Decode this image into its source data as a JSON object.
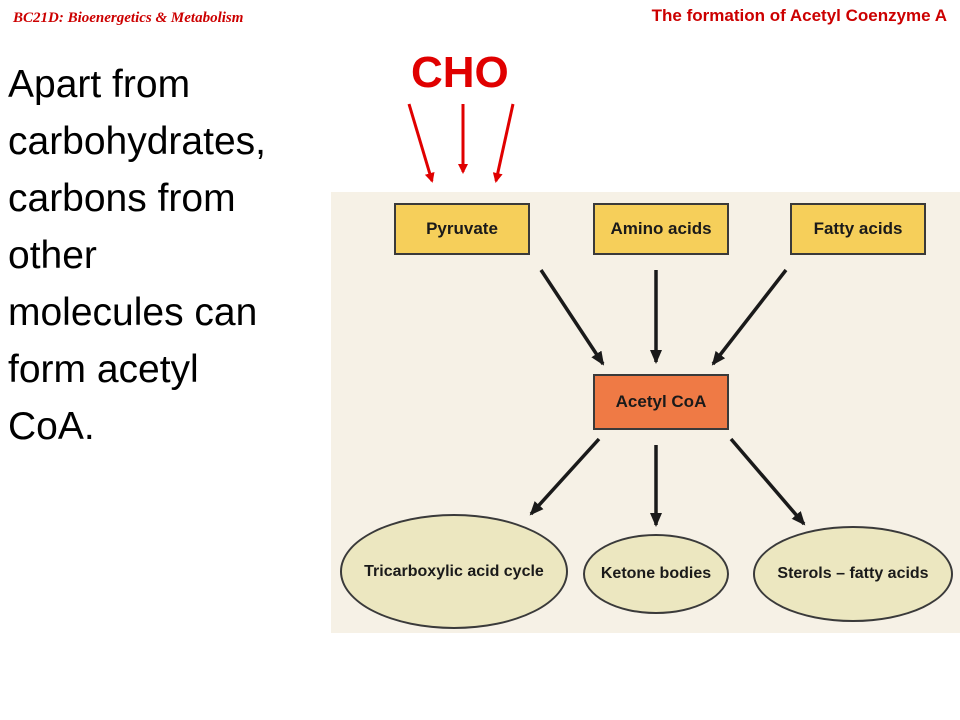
{
  "header": {
    "course": "BC21D: Bioenergetics & Metabolism",
    "title": "The formation of Acetyl Coenzyme A"
  },
  "body": {
    "lines": [
      "Apart from",
      "carbohydrates,",
      "carbons from",
      "other",
      "molecules can",
      "form acetyl",
      "CoA."
    ]
  },
  "annotation": {
    "label": "CHO",
    "color": "#e00000"
  },
  "diagram": {
    "sources": [
      "Pyruvate",
      "Amino acids",
      "Fatty acids"
    ],
    "center": "Acetyl CoA",
    "products": [
      "Tricarboxylic acid cycle",
      "Ketone bodies",
      "Sterols – fatty acids"
    ],
    "colors": {
      "source_box": "#f6cf5a",
      "center_box": "#ef7a45",
      "product_ellipse": "#ece7c0",
      "background": "#f6f1e6"
    }
  }
}
